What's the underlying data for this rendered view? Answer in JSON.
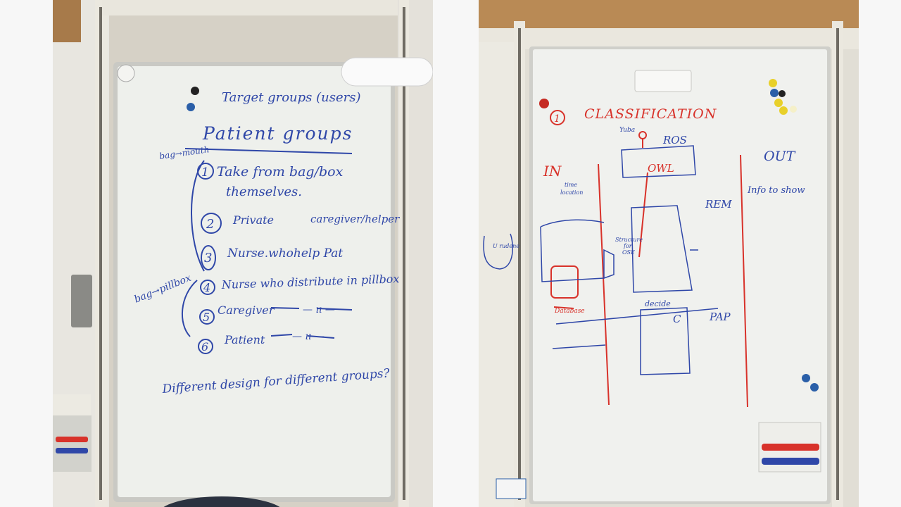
{
  "left_board": {
    "title": "Target groups (users)",
    "heading": "Patient groups",
    "bracket_top": "bag→mouth",
    "bracket_bottom": "bag→pillbox",
    "items": [
      {
        "num": "1",
        "text": "Take from bag/box",
        "text2": "themselves."
      },
      {
        "num": "2",
        "text": "Private",
        "text2": "caregiver/helper"
      },
      {
        "num": "3",
        "text": "Nurse.whohelp Pat"
      },
      {
        "num": "4",
        "text": "Nurse who distribute in pillbox"
      },
      {
        "num": "5",
        "text": "Caregiver",
        "text2": "— ıı —"
      },
      {
        "num": "6",
        "text": "Patient",
        "text2": "— ıı —"
      }
    ],
    "question": "Different design for different groups?"
  },
  "right_board": {
    "num": "1",
    "title": "CLASSIFICATION",
    "label_in": "IN",
    "label_out": "OUT",
    "label_ros": "ROS",
    "label_owl": "OWL",
    "label_rem": "REM",
    "label_info": "Info to show",
    "label_pap": "PAP",
    "label_decide": "decide",
    "label_c": "C",
    "label_database": "Database",
    "label_yuba": "Yuba",
    "label_time": "time",
    "label_location": "location",
    "label_structure": "Structure",
    "label_for": "for",
    "label_ose": "OSE",
    "label_u_rudene": "U rudene"
  },
  "colors": {
    "blue_marker": "#2f47a8",
    "red_marker": "#d8322a",
    "whiteboard": "#eef0ec",
    "wall": "#dcd8cf"
  }
}
